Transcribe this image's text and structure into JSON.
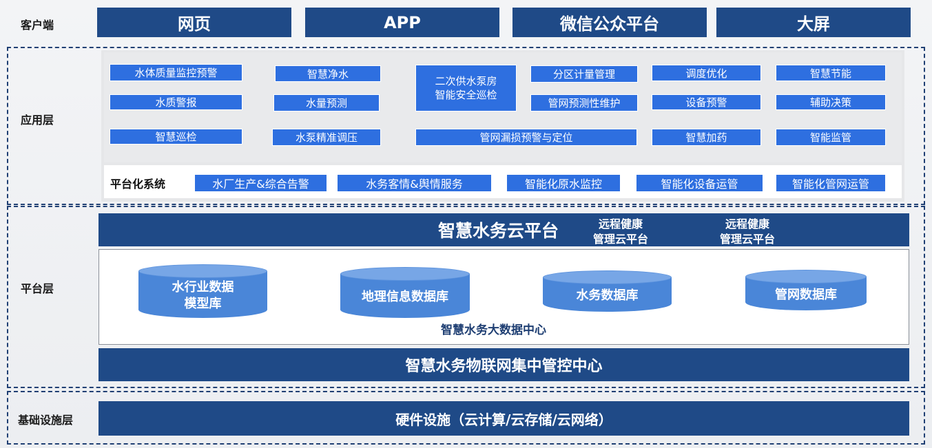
{
  "layers": {
    "client": "客户端",
    "app": "应用层",
    "platform": "平台层",
    "infra": "基础设施层"
  },
  "clients": [
    "网页",
    "APP",
    "微信公众平台",
    "大屏"
  ],
  "apps": {
    "r1": [
      "水体质量监控预警",
      "智慧净水",
      "分区计量管理",
      "调度优化",
      "智慧节能"
    ],
    "r2": [
      "水质警报",
      "水量预测",
      "管网预测性维护",
      "设备预警",
      "辅助决策"
    ],
    "r3": [
      "智慧巡检",
      "水泵精准调压",
      "管网漏损预警与定位",
      "智慧加药",
      "智能监管"
    ],
    "secondary_pump": [
      "二次供水泵房",
      "智能安全巡检"
    ]
  },
  "platform_system": {
    "label": "平台化系统",
    "items": [
      "水厂生产&综合告警",
      "水务客情&舆情服务",
      "智能化原水监控",
      "智能化设备运管",
      "智能化管网运管"
    ]
  },
  "platform": {
    "cloud_title": "智慧水务云平台",
    "remote1": [
      "远程健康",
      "管理云平台"
    ],
    "remote2": [
      "远程健康",
      "管理云平台"
    ],
    "databases": [
      [
        "水行业数据",
        "模型库"
      ],
      [
        "地理信息数据库"
      ],
      [
        "水务数据库"
      ],
      [
        "管网数据库"
      ]
    ],
    "bigdata_center": "智慧水务大数据中心",
    "iot_center": "智慧水务物联网集中管控中心"
  },
  "infra": {
    "hardware": "硬件设施（云计算/云存储/云网络）"
  },
  "colors": {
    "dark_blue": "#1f4a87",
    "tag_blue": "#2e6fe0",
    "cylinder_blue": "#4a86d8"
  }
}
